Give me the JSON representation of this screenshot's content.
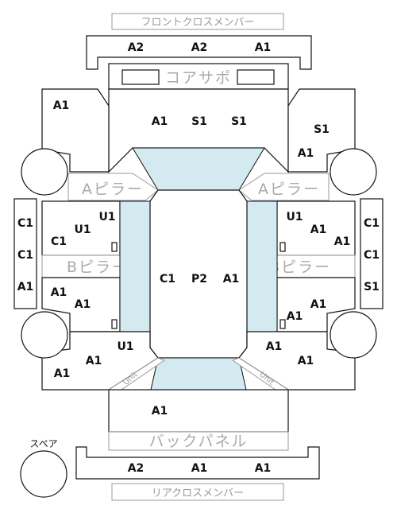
{
  "labels": {
    "front_cross_member": "フロントクロスメンバー",
    "core_support": "コアサポ",
    "a_pillar": "Aピラー",
    "b_pillar": "Bピラー",
    "back_panel": "バックパネル",
    "rear_cross_member": "リアクロスメンバー",
    "spare": "スペア",
    "unit": "Unit"
  },
  "codes": {
    "front_member": [
      "A2",
      "A2",
      "A1"
    ],
    "core_upper": [
      "A1",
      "S1",
      "S1"
    ],
    "front_left_fender": "A1",
    "front_right_fender": [
      "S1",
      "A1"
    ],
    "left_strip": [
      "C1",
      "C1",
      "A1"
    ],
    "right_strip": [
      "C1",
      "C1",
      "S1"
    ],
    "left_front_door": [
      "U1",
      "U1",
      "C1"
    ],
    "right_front_door": [
      "U1",
      "A1",
      "A1"
    ],
    "cabin": [
      "C1",
      "P2",
      "A1"
    ],
    "left_rear_door": [
      "A1",
      "A1"
    ],
    "right_rear_door": [
      "A1",
      "A1"
    ],
    "left_quarter": [
      "U1",
      "A1",
      "A1"
    ],
    "right_quarter": [
      "A1",
      "A1"
    ],
    "trunk": "A1",
    "rear_member": [
      "A2",
      "A1",
      "A1"
    ]
  }
}
